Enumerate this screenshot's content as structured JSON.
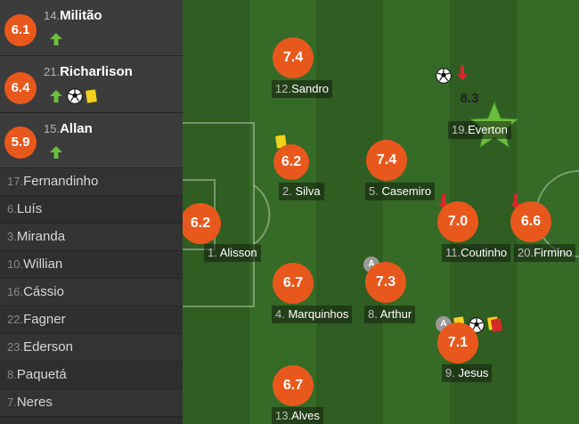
{
  "colors": {
    "rating_bg": "#e8581c",
    "star": "#6abf3c",
    "pitch_dark": "#2f5d22",
    "pitch_light": "#356a27",
    "yellow_card": "#f2d21b",
    "red_card": "#d62a2a",
    "sub_arrow": "#6abf3c",
    "out_arrow": "#d62a2a"
  },
  "substitutes_used": [
    {
      "rating": "6.1",
      "number": "14.",
      "name": "Militão",
      "icons": [
        "sub-on-arrow-icon"
      ]
    },
    {
      "rating": "6.4",
      "number": "21.",
      "name": "Richarlison",
      "icons": [
        "sub-on-arrow-icon",
        "goal-ball-icon",
        "yellow-card-icon"
      ]
    },
    {
      "rating": "5.9",
      "number": "15.",
      "name": "Allan",
      "icons": [
        "sub-on-arrow-icon"
      ]
    }
  ],
  "bench": [
    {
      "number": "17.",
      "name": "Fernandinho"
    },
    {
      "number": "6.",
      "name": "Luís"
    },
    {
      "number": "3.",
      "name": "Miranda"
    },
    {
      "number": "10.",
      "name": "Willian"
    },
    {
      "number": "16.",
      "name": "Cássio"
    },
    {
      "number": "22.",
      "name": "Fagner"
    },
    {
      "number": "23.",
      "name": "Ederson"
    },
    {
      "number": "8.",
      "name": "Paquetá"
    },
    {
      "number": "7.",
      "name": "Neres"
    }
  ],
  "players": {
    "alisson": {
      "rating": "6.2",
      "number": "1.",
      "name": "Alisson"
    },
    "sandro": {
      "rating": "7.4",
      "number": "12.",
      "name": "Sandro"
    },
    "silva": {
      "rating": "6.2",
      "number": "2.",
      "name": "Silva"
    },
    "marquinhos": {
      "rating": "6.7",
      "number": "4.",
      "name": "Marquinhos"
    },
    "alves": {
      "rating": "6.7",
      "number": "13.",
      "name": "Alves"
    },
    "casemiro": {
      "rating": "7.4",
      "number": "5.",
      "name": "Casemiro"
    },
    "arthur": {
      "rating": "7.3",
      "number": "8.",
      "name": "Arthur",
      "badge": "A"
    },
    "everton": {
      "rating": "8.3",
      "number": "19.",
      "name": "Everton"
    },
    "coutinho": {
      "rating": "7.0",
      "number": "11.",
      "name": "Coutinho"
    },
    "firmino": {
      "rating": "6.6",
      "number": "20.",
      "name": "Firmino"
    },
    "jesus": {
      "rating": "7.1",
      "number": "9.",
      "name": "Jesus",
      "badge": "A"
    }
  }
}
